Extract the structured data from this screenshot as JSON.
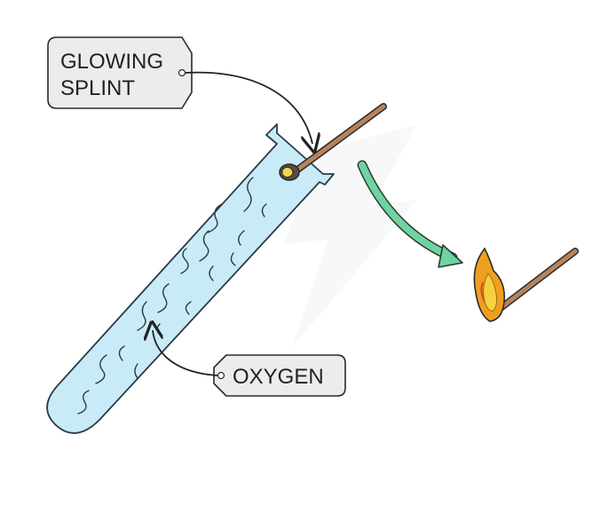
{
  "labels": {
    "glowing_splint_line1": "GLOWING",
    "glowing_splint_line2": "SPLINT",
    "oxygen": "OXYGEN"
  },
  "colors": {
    "tube_fill": "#c9ebf7",
    "tube_stroke": "#2a3a4a",
    "label_fill": "#ececec",
    "splint_wood": "#b8835a",
    "green_arrow": "#6fd3a2",
    "flame_outer": "#f0a020",
    "flame_inner": "#f7d040"
  },
  "icons": {
    "glowing_splint": "glowing-splint-icon",
    "lit_splint": "burning-splint-icon",
    "arrow": "curved-arrow-icon"
  }
}
